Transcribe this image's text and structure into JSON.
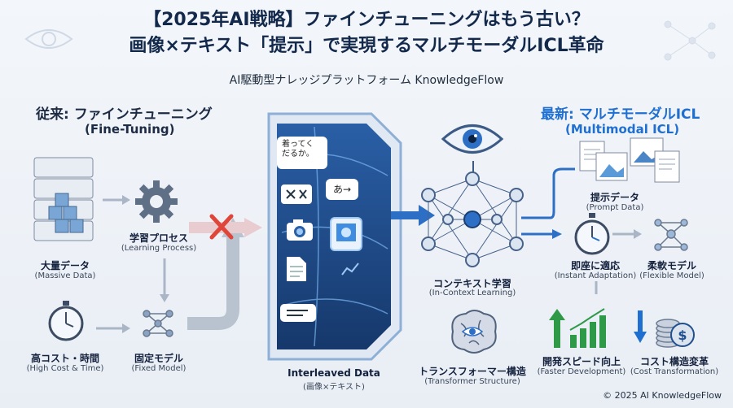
{
  "title_line1": "【2025年AI戦略】ファインチューニングはもう古い？",
  "title_line2": "画像×テキスト「提示」で実現するマルチモーダルICL革命",
  "subtitle": "AI駆動型ナレッジプラットフォーム KnowledgeFlow",
  "left": {
    "heading": "従来: ファインチューニング",
    "heading_en": "(Fine-Tuning)",
    "nodes": {
      "data": {
        "label": "大量データ",
        "sub": "(Massive Data)"
      },
      "learning": {
        "label": "学習プロセス",
        "sub": "(Learning Process)"
      },
      "cost": {
        "label": "高コスト・時間",
        "sub": "(High Cost & Time)"
      },
      "fixed": {
        "label": "固定モデル",
        "sub": "(Fixed Model)"
      }
    }
  },
  "center": {
    "panel_label": "Interleaved Data",
    "panel_sub": "(画像×テキスト)",
    "bubble1": "着ってく\nだるか。",
    "bubble2": "あ→",
    "icl": {
      "label": "コンテキスト学習",
      "sub": "(In-Context Learning)"
    },
    "transformer": {
      "label": "トランスフォーマー構造",
      "sub": "(Transformer Structure)"
    }
  },
  "right": {
    "heading": "最新: マルチモーダルICL",
    "heading_en": "(Multimodal ICL)",
    "nodes": {
      "prompt": {
        "label": "提示データ",
        "sub": "(Prompt Data)"
      },
      "instant": {
        "label": "即座に適応",
        "sub": "(Instant Adaptation)"
      },
      "flexible": {
        "label": "柔軟モデル",
        "sub": "(Flexible Model)"
      },
      "faster": {
        "label": "開発スピード向上",
        "sub": "(Faster Development)"
      },
      "cost": {
        "label": "コスト構造変革",
        "sub": "(Cost Transformation)"
      }
    }
  },
  "footer": "© 2025 AI KnowledgeFlow",
  "colors": {
    "accent": "#1f6fd1",
    "navy": "#13294b",
    "red": "#e0453a",
    "green": "#2e9a48"
  }
}
